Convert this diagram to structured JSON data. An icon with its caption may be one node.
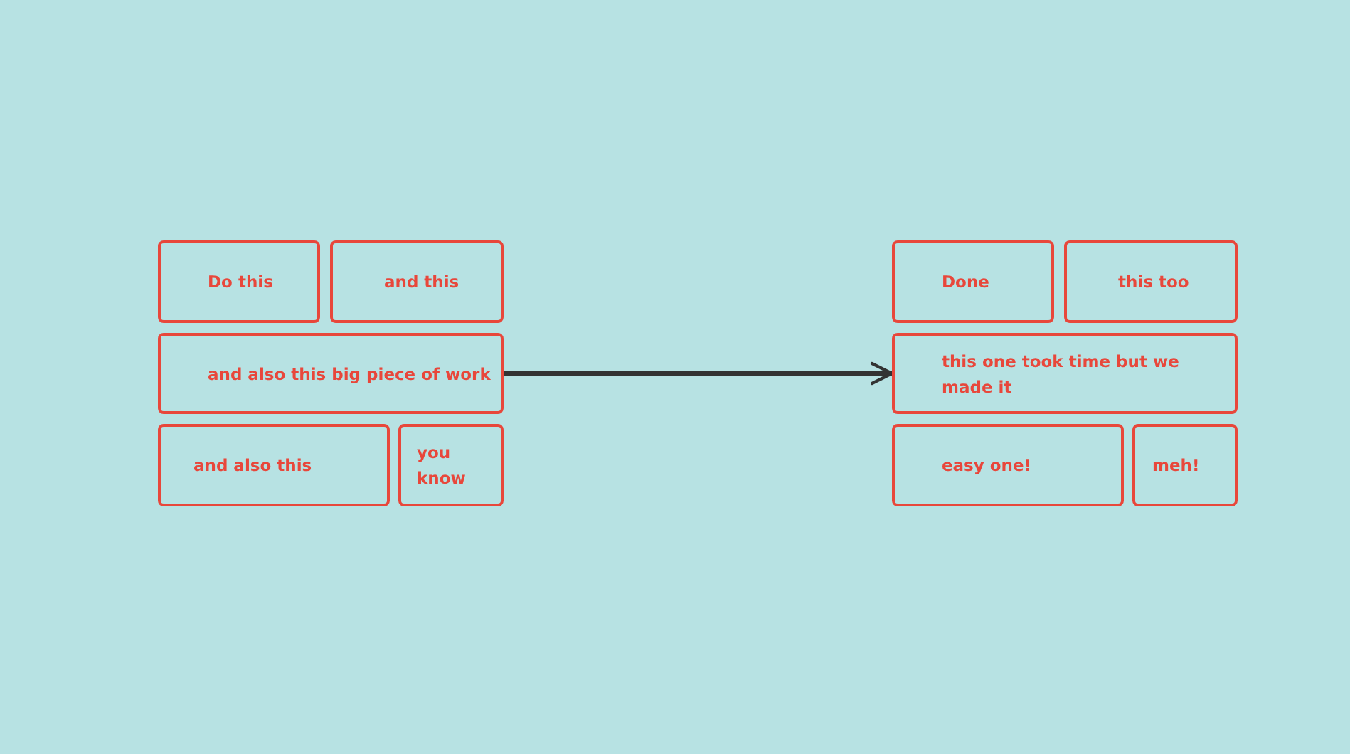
{
  "diagram": {
    "nodes": [
      {
        "text": [
          "Do this"
        ]
      },
      {
        "text": [
          "and this"
        ]
      },
      {
        "text": [
          "and also this big piece of work"
        ]
      },
      {
        "text": [
          "and also this"
        ]
      },
      {
        "text": [
          "you know"
        ]
      },
      {
        "text": [
          "Done"
        ]
      },
      {
        "text": [
          "this too"
        ]
      },
      {
        "text": [
          "this one took time but we made it"
        ]
      },
      {
        "text": [
          "easy one!"
        ]
      },
      {
        "text": [
          "meh!"
        ]
      }
    ],
    "edges": [
      {
        "from": 2,
        "to": 7,
        "arrow": "to"
      }
    ]
  }
}
